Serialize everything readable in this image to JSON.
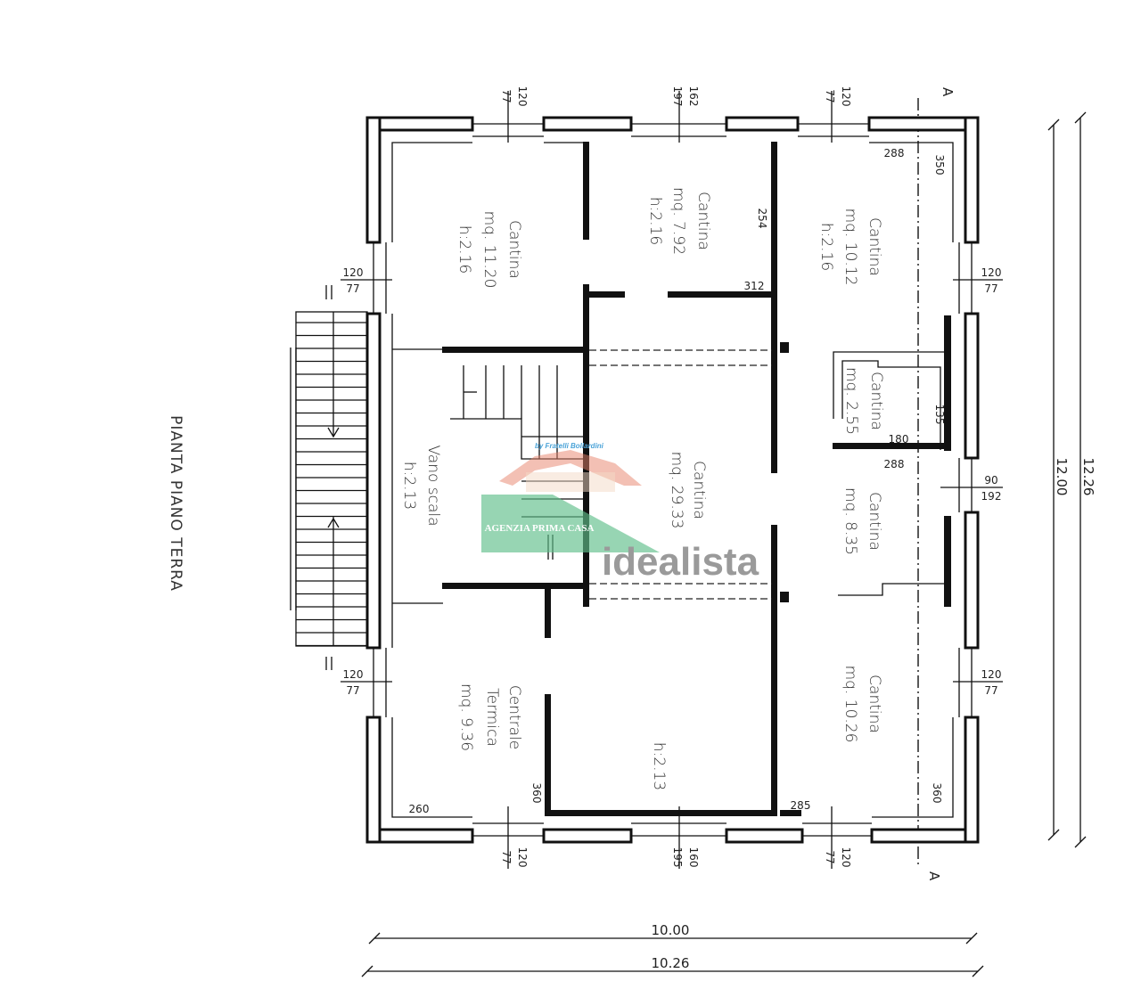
{
  "title": "PIANTA PIANO TERRA",
  "rooms": [
    {
      "lines": [
        "Cantina",
        "mq. 11.20",
        "h:2.16"
      ]
    },
    {
      "lines": [
        "Cantina",
        "mq. 7.92",
        "h:2.16"
      ]
    },
    {
      "lines": [
        "Cantina",
        "mq. 10.12",
        "h:2.16"
      ]
    },
    {
      "lines": [
        "Cantina",
        "mq. 2.55"
      ]
    },
    {
      "lines": [
        "Cantina",
        "mq. 8.35"
      ]
    },
    {
      "lines": [
        "Vano scala",
        "h:2.13"
      ]
    },
    {
      "lines": [
        "Cantina",
        "mq. 29.33"
      ]
    },
    {
      "lines": [
        "Centrale",
        "Termica",
        "mq. 9.36"
      ]
    },
    {
      "lines": [
        "h:2.13"
      ]
    },
    {
      "lines": [
        "Cantina",
        "mq. 10.26"
      ]
    }
  ],
  "dimensions": {
    "top_windows": [
      [
        "120",
        "77"
      ],
      [
        "162",
        "197"
      ],
      [
        "120",
        "77"
      ]
    ],
    "bottom_windows": [
      [
        "120",
        "77"
      ],
      [
        "160",
        "195"
      ],
      [
        "120",
        "77"
      ]
    ],
    "left_windows": [
      [
        "120",
        "77"
      ],
      [
        "120",
        "77"
      ]
    ],
    "right_windows": [
      [
        "120",
        "77"
      ],
      [
        "90",
        "192"
      ],
      [
        "120",
        "77"
      ]
    ],
    "inner": [
      "288",
      "350",
      "254",
      "312",
      "135",
      "180",
      "288",
      "260",
      "360",
      "285",
      "360"
    ],
    "overall_width": [
      "10.00",
      "10.26"
    ],
    "overall_height": [
      "12.00",
      "12.26"
    ],
    "section_marks": [
      "A",
      "A"
    ]
  },
  "watermark": {
    "agency": "AGENZIA PRIMA CASA",
    "byline": "by Fratelli Bollardini",
    "portal": "idealista",
    "colors": {
      "green": "#5fbf8a",
      "roof": "#e8826a",
      "gray": "#9a9a9a"
    }
  }
}
